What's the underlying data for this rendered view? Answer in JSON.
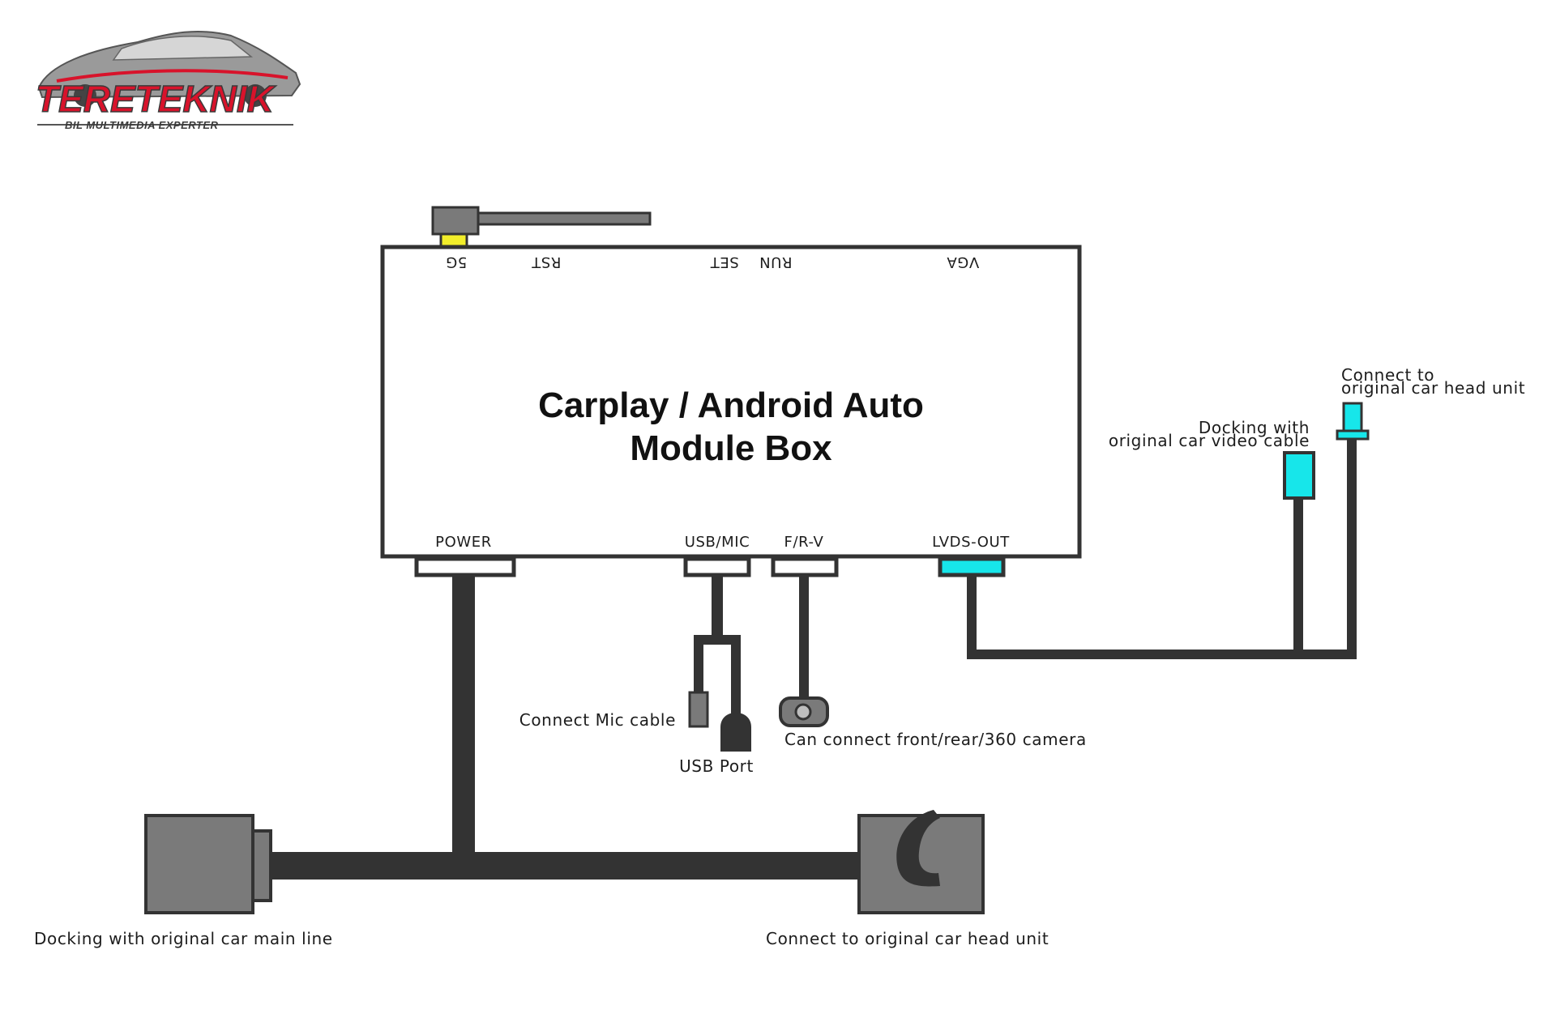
{
  "logo": {
    "brand": "TERETEKNIK",
    "tagline": "BIL MULTIMEDIA EXPERTER"
  },
  "module": {
    "title_line1": "Carplay / Android Auto",
    "title_line2": "Module Box"
  },
  "top_ports": {
    "5g": "5G",
    "rst": "RST",
    "set": "SET",
    "run": "RUN",
    "vga": "VGA"
  },
  "bottom_ports": {
    "power": "POWER",
    "usb_mic": "USB/MIC",
    "frv": "F/R-V",
    "lvds_out": "LVDS-OUT"
  },
  "labels": {
    "connect_to_line1": "Connect to",
    "connect_to_line2": "original car head unit",
    "docking_video_line1": "Docking with",
    "docking_video_line2": "original car video cable",
    "mic_cable": "Connect Mic cable",
    "usb_port": "USB Port",
    "camera": "Can connect front/rear/360 camera",
    "main_line": "Docking with original car main line",
    "head_unit": "Connect to original car head unit"
  },
  "colors": {
    "cable": "#333333",
    "connector_gray": "#7a7a7a",
    "lvds_cyan": "#17e6ea",
    "antenna_yellow": "#f2ee2a",
    "logo_red": "#d8132b"
  }
}
